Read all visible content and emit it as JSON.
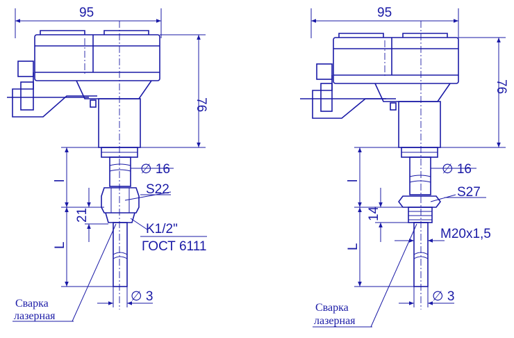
{
  "left": {
    "width_dim": "95",
    "height_dim": "76",
    "length_l": "l",
    "length_L": "L",
    "dia_stem": "∅ 16",
    "wrench": "S22",
    "thread_len": "21",
    "thread": "K1/2\"",
    "standard": "ГОСТ  6111",
    "probe_dia": "∅ 3",
    "weld_line1": "Сварка",
    "weld_line2": "лазерная"
  },
  "right": {
    "width_dim": "95",
    "height_dim": "76",
    "length_l": "l",
    "length_L": "L",
    "dia_stem": "∅ 16",
    "wrench": "S27",
    "thread_len": "14",
    "thread": "M20x1,5",
    "probe_dia": "∅ 3",
    "weld_line1": "Сварка",
    "weld_line2": "лазерная"
  },
  "colors": {
    "ink": "#1a1aa6",
    "background": "#ffffff"
  }
}
